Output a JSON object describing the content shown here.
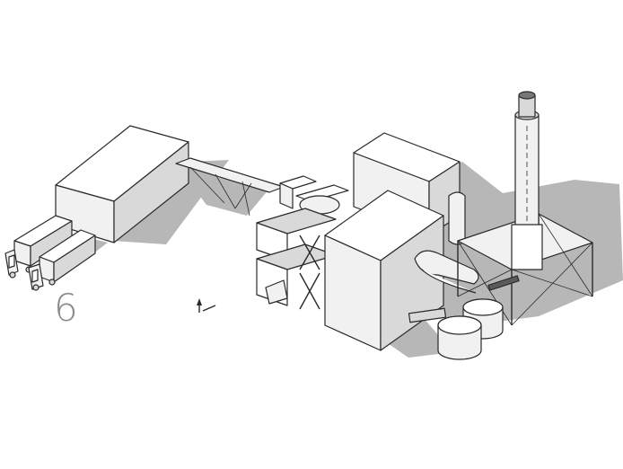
{
  "figure": {
    "label": "6",
    "colors": {
      "line": "#2a2a2a",
      "face_light": "#ffffff",
      "face_mid": "#f0f0f0",
      "face_dark": "#d8d8d8",
      "shadow": "#b9b9b9",
      "steel": "#5a5a5a"
    },
    "components": [
      "warehouse-block",
      "truck-left",
      "truck-right",
      "conveyor-bridge",
      "fuel-feed-structure",
      "boiler-block",
      "rear-building",
      "exhaust-duct",
      "filter-frame",
      "chimney-stack",
      "storage-tank-front",
      "storage-tank-rear",
      "north-arrow"
    ]
  }
}
